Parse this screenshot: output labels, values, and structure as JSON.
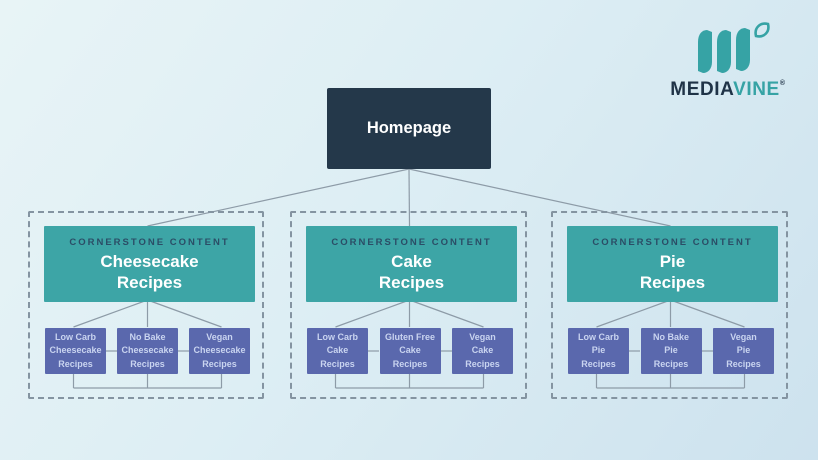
{
  "logo": {
    "mark_icon": "mediavine-leaves-mark",
    "brand_primary": "MEDIA",
    "brand_accent": "VINE",
    "registered_mark": "®"
  },
  "homepage": {
    "label": "Homepage"
  },
  "sections": [
    {
      "id": "cheesecake-recipes",
      "eyebrow": "CORNERSTONE CONTENT",
      "title": "Cheesecake\nRecipes",
      "children": [
        {
          "label": "Low Carb\nCheesecake\nRecipes"
        },
        {
          "label": "No Bake\nCheesecake\nRecipes"
        },
        {
          "label": "Vegan\nCheesecake\nRecipes"
        }
      ]
    },
    {
      "id": "cake-recipes",
      "eyebrow": "CORNERSTONE CONTENT",
      "title": "Cake\nRecipes",
      "children": [
        {
          "label": "Low Carb\nCake\nRecipes"
        },
        {
          "label": "Gluten Free\nCake\nRecipes"
        },
        {
          "label": "Vegan\nCake\nRecipes"
        }
      ]
    },
    {
      "id": "pie-recipes",
      "eyebrow": "CORNERSTONE CONTENT",
      "title": "Pie\nRecipes",
      "children": [
        {
          "label": "Low Carb\nPie\nRecipes"
        },
        {
          "label": "No Bake\nPie\nRecipes"
        },
        {
          "label": "Vegan\nPie\nRecipes"
        }
      ]
    }
  ],
  "colors": {
    "background_from": "#e8f4f6",
    "background_to": "#cde2ee",
    "cornerstone_teal": "#3da5a6",
    "homepage_navy": "#24384a",
    "subnode_blue": "#5a68ad",
    "subnode_text": "#c9d4f0",
    "eyebrow_text": "#2b4d66",
    "connector_line": "#8d9ba7",
    "dashed_border": "#8494a1",
    "logo_navy": "#1f3347",
    "logo_teal": "#36a3a5"
  }
}
